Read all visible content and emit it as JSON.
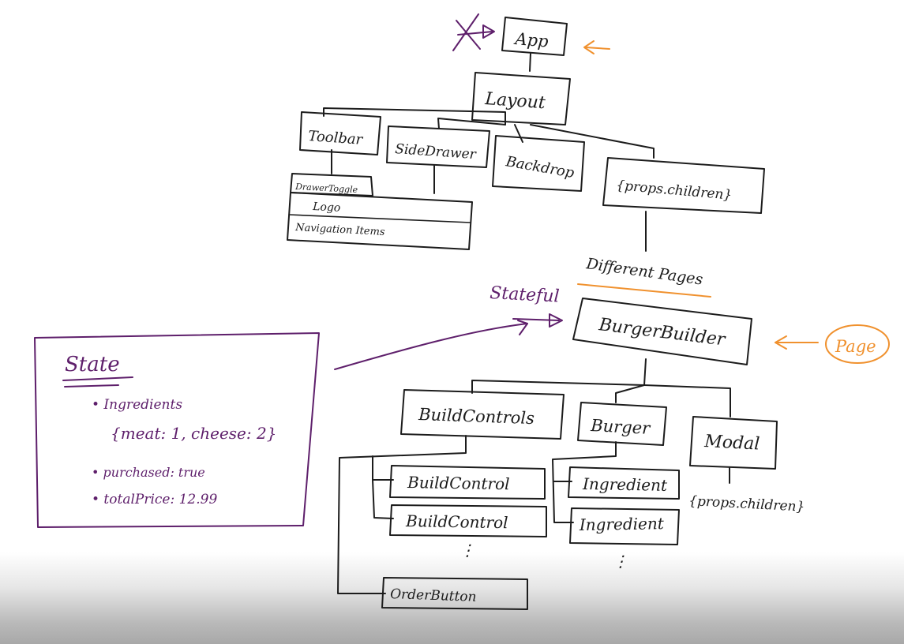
{
  "diagram": {
    "nodes": {
      "app": "App",
      "layout": "Layout",
      "toolbar": "Toolbar",
      "side_drawer": "SideDrawer",
      "backdrop": "Backdrop",
      "props_children_layout": "{props.children}",
      "drawer_toggle": "DrawerToggle",
      "logo": "Logo",
      "navigation_items": "Navigation Items",
      "burger_builder": "BurgerBuilder",
      "build_controls": "BuildControls",
      "burger": "Burger",
      "modal": "Modal",
      "build_control_1": "BuildControl",
      "build_control_2": "BuildControl",
      "ingredient_1": "Ingredient",
      "ingredient_2": "Ingredient",
      "order_button": "OrderButton",
      "props_children_modal": "{props.children}"
    },
    "annotations": {
      "different_pages": "Different Pages",
      "stateful": "Stateful",
      "page_badge": "Page",
      "ellipsis": "⋮"
    },
    "state_box": {
      "title": "State",
      "items": [
        "• Ingredients",
        "{meat: 1, cheese: 2}",
        "• purchased: true",
        "• totalPrice: 12.99"
      ]
    },
    "colors": {
      "ink": "#1c1c1c",
      "purple": "#5e1f6b",
      "orange": "#f0912e"
    }
  }
}
